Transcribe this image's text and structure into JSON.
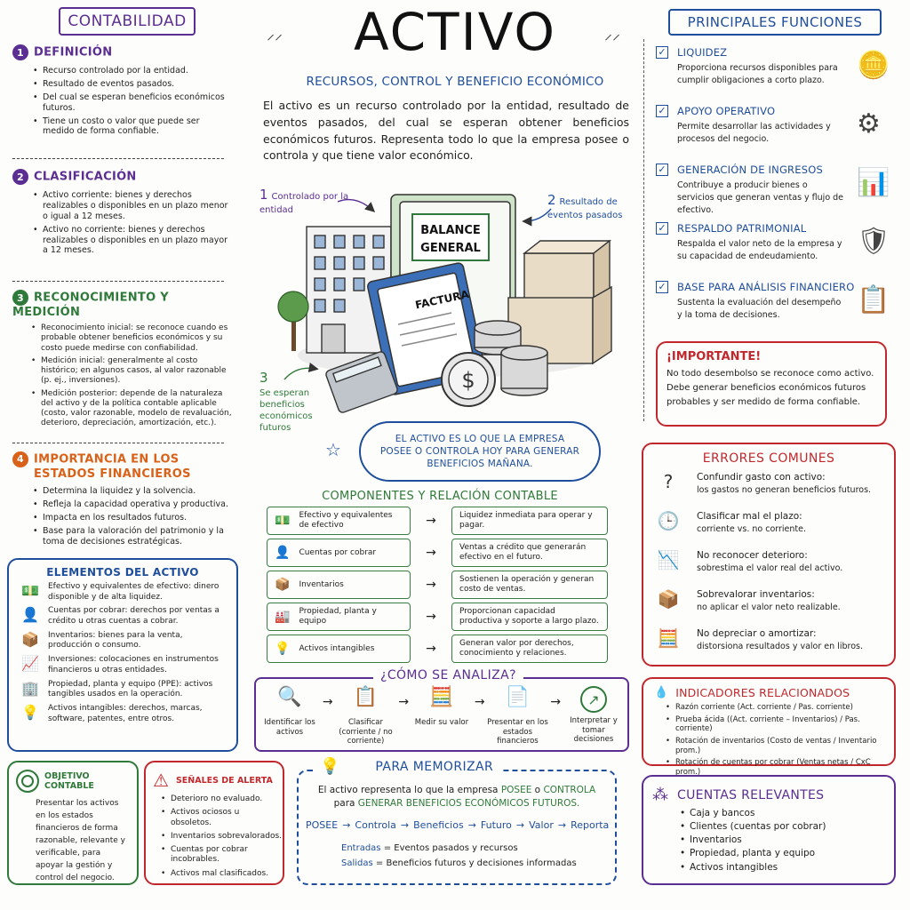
{
  "left": {
    "header": "CONTABILIDAD",
    "definition": {
      "num": "1",
      "title": "DEFINICIÓN",
      "items": [
        "Recurso controlado por la entidad.",
        "Resultado de eventos pasados.",
        "Del cual se esperan beneficios económicos futuros.",
        "Tiene un costo o valor que puede ser medido de forma confiable."
      ]
    },
    "classification": {
      "num": "2",
      "title": "CLASIFICACIÓN",
      "items": [
        "Activo corriente: bienes y derechos realizables o disponibles en un plazo menor o igual a 12 meses.",
        "Activo no corriente: bienes y derechos realizables o disponibles en un plazo mayor a 12 meses."
      ]
    },
    "recognition": {
      "num": "3",
      "title": "RECONOCIMIENTO Y MEDICIÓN",
      "items": [
        "Reconocimiento inicial: se reconoce cuando es probable obtener beneficios económicos y su costo puede medirse con confiabilidad.",
        "Medición inicial: generalmente al costo histórico; en algunos casos, al valor razonable (p. ej., inversiones).",
        "Medición posterior: depende de la naturaleza del activo y de la política contable aplicable (costo, valor razonable, modelo de revaluación, deterioro, depreciación, amortización, etc.)."
      ]
    },
    "importance": {
      "num": "4",
      "title_1": "IMPORTANCIA EN LOS",
      "title_2": "ESTADOS FINANCIEROS",
      "items": [
        "Determina la liquidez y la solvencia.",
        "Refleja la capacidad operativa y productiva.",
        "Impacta en los resultados futuros.",
        "Base para la valoración del patrimonio y la toma de decisiones estratégicas."
      ]
    },
    "elements": {
      "title": "ELEMENTOS DEL ACTIVO",
      "items": [
        {
          "icon": "cash-icon",
          "text": "Efectivo y equivalentes de efectivo: dinero disponible y de alta liquidez."
        },
        {
          "icon": "person-icon",
          "text": "Cuentas por cobrar: derechos por ventas a crédito u otras cuentas a cobrar."
        },
        {
          "icon": "box-icon",
          "text": "Inventarios: bienes para la venta, producción o consumo."
        },
        {
          "icon": "trend-icon",
          "text": "Inversiones: colocaciones en instrumentos financieros u otras entidades."
        },
        {
          "icon": "building-icon",
          "text": "Propiedad, planta y equipo (PPE): activos tangibles usados en la operación."
        },
        {
          "icon": "bulb-icon",
          "text": "Activos intangibles: derechos, marcas, software, patentes, entre otros."
        }
      ]
    }
  },
  "center": {
    "title": "ACTIVO",
    "subtitle": "RECURSOS, CONTROL Y BENEFICIO ECONÓMICO",
    "intro": "El activo es un recurso controlado por la entidad, resultado de eventos pasados, del cual se esperan obtener beneficios económicos futuros. Representa todo lo que la empresa posee o controla y que tiene valor económico.",
    "callouts": [
      {
        "num": "1",
        "text": "Controlado por la entidad"
      },
      {
        "num": "2",
        "text": "Resultado de eventos pasados"
      },
      {
        "num": "3",
        "text": "Se esperan beneficios económicos futuros"
      }
    ],
    "illustration": {
      "book": "BALANCE GENERAL",
      "invoice": "FACTURA",
      "coin": "$"
    },
    "cloud": "EL ACTIVO ES LO QUE LA EMPRESA POSEE O CONTROLA HOY PARA GENERAR BENEFICIOS MAÑANA.",
    "components_title": "COMPONENTES Y RELACIÓN CONTABLE",
    "components": [
      {
        "icon": "cash-icon",
        "left": "Efectivo y equivalentes de efectivo",
        "right": "Liquidez inmediata para operar y pagar."
      },
      {
        "icon": "person-icon",
        "left": "Cuentas por cobrar",
        "right": "Ventas a crédito que generarán efectivo en el futuro."
      },
      {
        "icon": "box-icon",
        "left": "Inventarios",
        "right": "Sostienen la operación y generan costo de ventas."
      },
      {
        "icon": "factory-icon",
        "left": "Propiedad, planta y equipo",
        "right": "Proporcionan capacidad productiva y soporte a largo plazo."
      },
      {
        "icon": "bulb-icon",
        "left": "Activos intangibles",
        "right": "Generan valor por derechos, conocimiento y relaciones."
      }
    ],
    "analyze_title": "¿CÓMO SE ANALIZA?",
    "analyze_steps": [
      {
        "icon": "magnifier-icon",
        "text": "Identificar los activos"
      },
      {
        "icon": "list-icon",
        "text": "Clasificar (corriente / no corriente)"
      },
      {
        "icon": "calculator-icon",
        "text": "Medir su valor"
      },
      {
        "icon": "document-icon",
        "text": "Presentar en los estados financieros"
      },
      {
        "icon": "chart-up-icon",
        "text": "Interpretar y tomar decisiones"
      }
    ]
  },
  "right": {
    "header": "PRINCIPALES FUNCIONES",
    "functions": [
      {
        "title": "LIQUIDEZ",
        "text": "Proporciona recursos disponibles para cumplir obligaciones a corto plazo.",
        "icon": "coins-icon"
      },
      {
        "title": "APOYO OPERATIVO",
        "text": "Permite desarrollar las actividades y procesos del negocio.",
        "icon": "gears-icon"
      },
      {
        "title": "GENERACIÓN DE INGRESOS",
        "text": "Contribuye a producir bienes o servicios que generan ventas y flujo de efectivo.",
        "icon": "growth-icon"
      },
      {
        "title": "RESPALDO PATRIMONIAL",
        "text": "Respalda el valor neto de la empresa y su capacidad de endeudamiento.",
        "icon": "shield-icon"
      },
      {
        "title": "BASE PARA ANÁLISIS FINANCIERO",
        "text": "Sustenta la evaluación del desempeño y la toma de decisiones.",
        "icon": "clipboard-icon"
      }
    ],
    "important": {
      "title": "¡IMPORTANTE!",
      "text": "No todo desembolso se reconoce como activo. Debe generar beneficios económicos futuros probables y ser medido de forma confiable."
    },
    "errors": {
      "title": "ERRORES COMUNES",
      "items": [
        {
          "icon": "question-money-icon",
          "title": "Confundir gasto con activo:",
          "text": "los gastos no generan beneficios futuros."
        },
        {
          "icon": "clock-icon",
          "title": "Clasificar mal el plazo:",
          "text": "corriente vs. no corriente."
        },
        {
          "icon": "decline-icon",
          "title": "No reconocer deterioro:",
          "text": "sobrestima el valor real del activo."
        },
        {
          "icon": "box-icon",
          "title": "Sobrevalorar inventarios:",
          "text": "no aplicar el valor neto realizable."
        },
        {
          "icon": "calculator-icon",
          "title": "No depreciar o amortizar:",
          "text": "distorsiona resultados y valor en libros."
        }
      ]
    },
    "indicators": {
      "title": "INDICADORES RELACIONADOS",
      "items": [
        "Razón corriente (Act. corriente / Pas. corriente)",
        "Prueba ácida ((Act. corriente – Inventarios) / Pas. corriente)",
        "Rotación de inventarios (Costo de ventas / Inventario prom.)",
        "Rotación de cuentas por cobrar (Ventas netas / CxC prom.)"
      ]
    },
    "accounts": {
      "title": "CUENTAS RELEVANTES",
      "items": [
        "Caja y bancos",
        "Clientes (cuentas por cobrar)",
        "Inventarios",
        "Propiedad, planta y equipo",
        "Activos intangibles"
      ]
    }
  },
  "bottom": {
    "objective": {
      "title": "OBJETIVO CONTABLE",
      "text": "Presentar los activos en los estados financieros de forma razonable, relevante y verificable, para apoyar la gestión y control del negocio."
    },
    "alerts": {
      "title": "SEÑALES DE ALERTA",
      "items": [
        "Deterioro no evaluado.",
        "Activos ociosos u obsoletos.",
        "Inventarios sobrevalorados.",
        "Cuentas por cobrar incobrables.",
        "Activos mal clasificados."
      ]
    },
    "memorize": {
      "title": "PARA MEMORIZAR",
      "line1_a": "El activo representa lo que la empresa ",
      "line1_b": "POSEE",
      "line1_c": " o ",
      "line1_d": "CONTROLA",
      "line2_a": "para ",
      "line2_b": "GENERAR BENEFICIOS ECONÓMICOS FUTUROS.",
      "flow": [
        "POSEE",
        "Controla",
        "Beneficios",
        "Futuro",
        "Valor",
        "Reporta"
      ],
      "inputs_label": "Entradas",
      "inputs_text": "= Eventos pasados y recursos",
      "outputs_label": "Salidas",
      "outputs_text": "= Beneficios futuros y decisiones informadas"
    }
  },
  "colors": {
    "purple": "#5b2e91",
    "blue": "#1f4e9c",
    "green": "#2f7a3a",
    "orange": "#d9621a",
    "red": "#c0282d"
  }
}
